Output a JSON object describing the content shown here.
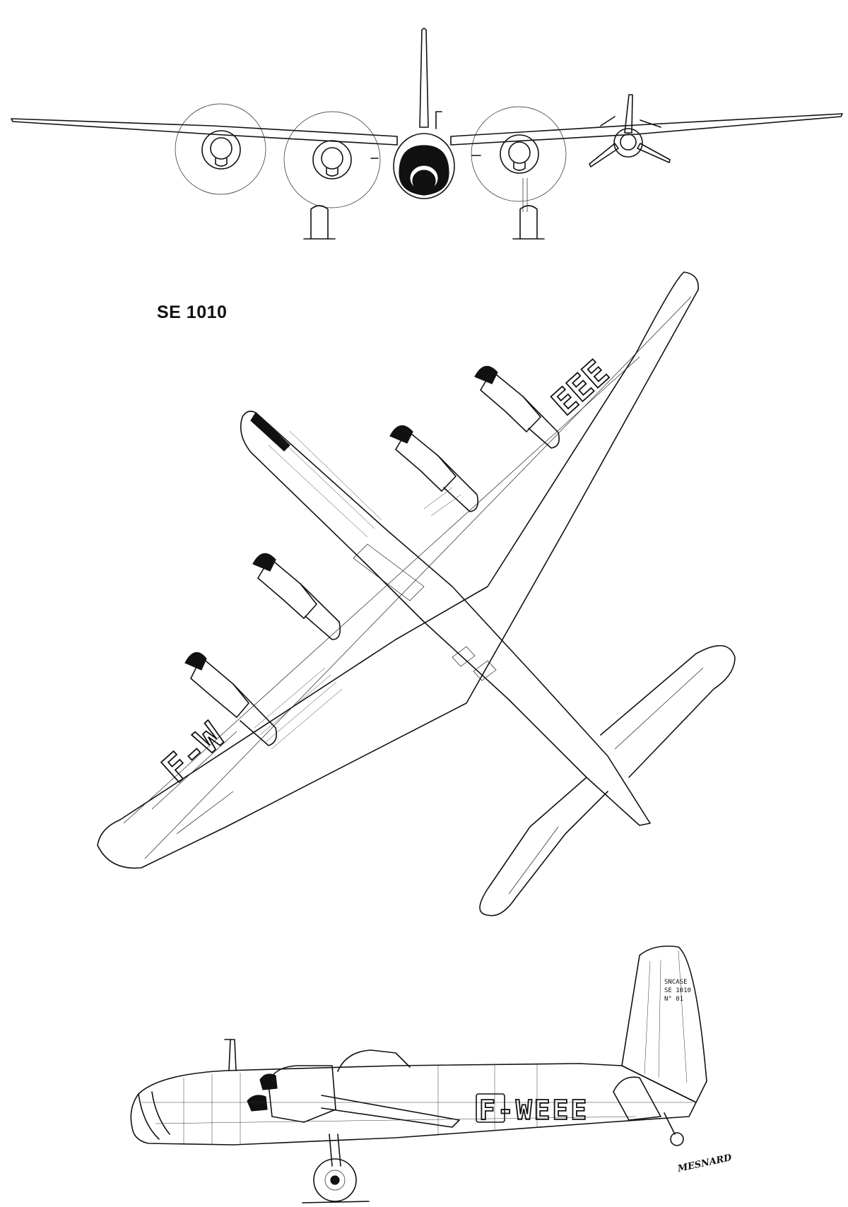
{
  "drawing": {
    "title": "SE 1010",
    "views": [
      "front-view",
      "underside-planform-view",
      "side-view"
    ]
  },
  "markings": {
    "registration_side": "F-WEEE",
    "registration_wing_left": "F-W",
    "registration_wing_right": "EEE",
    "fin_text_line1": "SNCASE",
    "fin_text_line2": "SE 1010",
    "fin_text_line3": "N° 01",
    "artist_signature": "MESNARD"
  },
  "colors": {
    "ink": "#111111",
    "paper": "#ffffff"
  }
}
